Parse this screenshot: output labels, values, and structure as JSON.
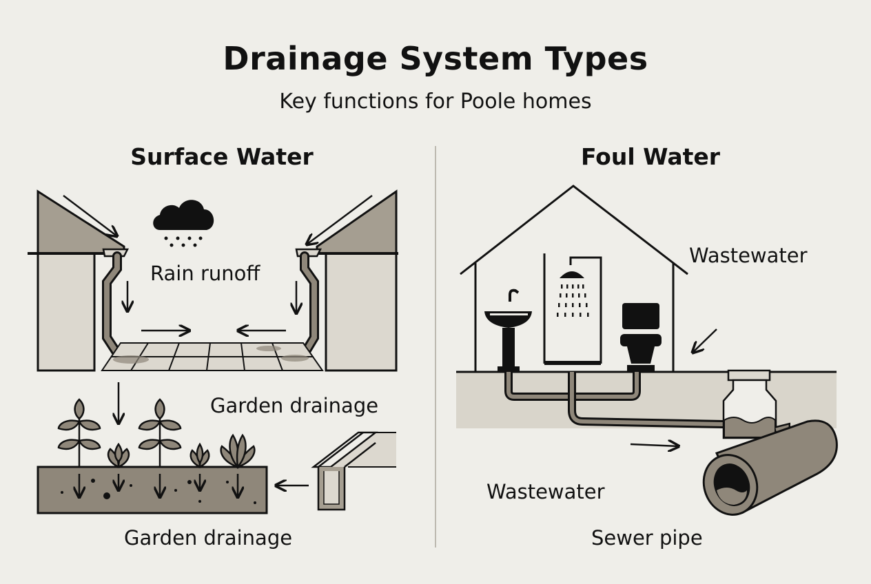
{
  "title": "Drainage System Types",
  "subtitle": "Key functions for Poole homes",
  "panels": {
    "surface": {
      "heading": "Surface Water",
      "labels": {
        "rain_runoff": "Rain runoff",
        "garden_drainage_top": "Garden drainage",
        "garden_drainage_bottom": "Garden drainage"
      }
    },
    "foul": {
      "heading": "Foul Water",
      "labels": {
        "wastewater_top": "Wastewater",
        "wastewater_bottom": "Wastewater",
        "sewer_pipe": "Sewer pipe"
      }
    }
  },
  "colors": {
    "background": "#efeee9",
    "ink": "#111111",
    "earth": "#8f877a",
    "ground_light": "#d9d5cb",
    "wall": "#dcd8cf",
    "roof": "#a59e91"
  },
  "icons": [
    "rain-cloud-icon",
    "sink-icon",
    "shower-icon",
    "toilet-icon"
  ]
}
